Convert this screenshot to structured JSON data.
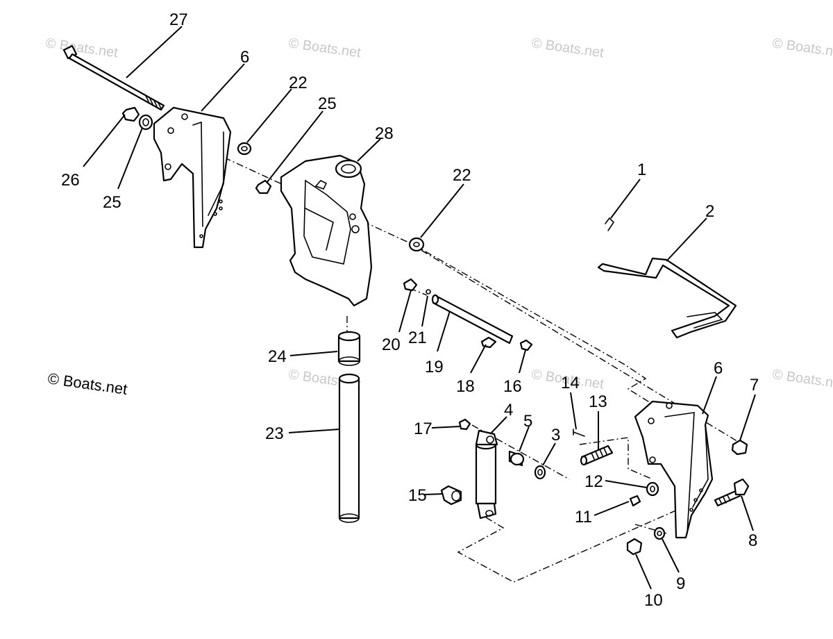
{
  "watermark": {
    "text": "© Boats.net",
    "main_text": "© Boats.net"
  },
  "callouts": {
    "c1": "1",
    "c2": "2",
    "c3": "3",
    "c4": "4",
    "c5": "5",
    "c6a": "6",
    "c6b": "6",
    "c7": "7",
    "c8": "8",
    "c9": "9",
    "c10": "10",
    "c11": "11",
    "c12": "12",
    "c13": "13",
    "c14": "14",
    "c15": "15",
    "c16": "16",
    "c17": "17",
    "c18": "18",
    "c19": "19",
    "c20": "20",
    "c21": "21",
    "c22a": "22",
    "c22b": "22",
    "c23": "23",
    "c24": "24",
    "c25a": "25",
    "c25b": "25",
    "c26": "26",
    "c27": "27",
    "c28": "28"
  },
  "colors": {
    "ink": "#000000",
    "watermark": "#c8c8c8",
    "background": "#ffffff"
  }
}
